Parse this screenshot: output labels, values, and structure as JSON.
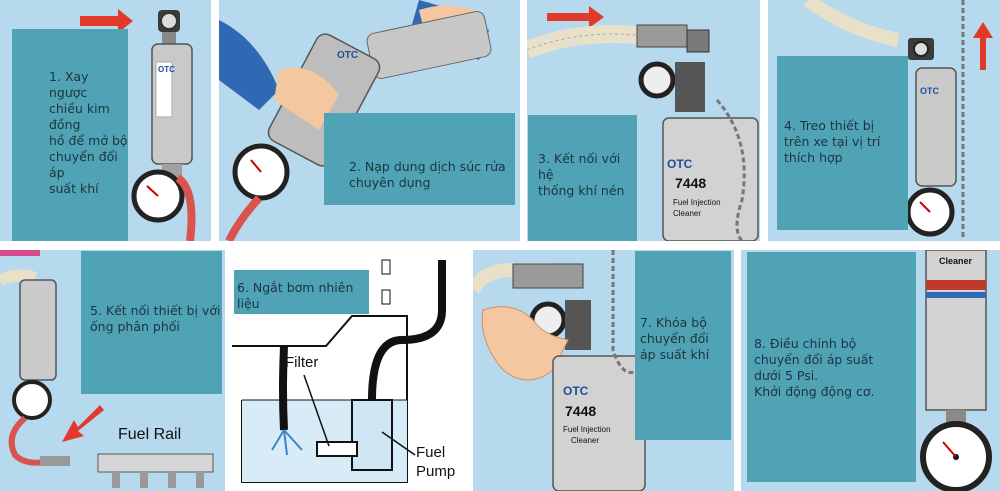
{
  "steps": [
    {
      "caption": "1. Xay ngược\nchiều kim đồng\nhồ để mở bộ\nchuyển đổi áp\nsuất khí"
    },
    {
      "caption": "2. Nạp dung dịch súc rửa\nchuyên dụng"
    },
    {
      "caption": "3. Kết nối với hệ\nthống khí nén"
    },
    {
      "caption": "4. Treo thiết bị\ntrên xe tại vị trí\nthích hợp"
    },
    {
      "caption": "5. Kết nối thiết bị với\nống phân phối"
    },
    {
      "caption": "6. Ngắt bơm nhiên\nliệu"
    },
    {
      "caption": "7. Khóa bộ\nchuyển đổi\náp suất khí"
    },
    {
      "caption": "8. Điều chỉnh bộ\nchuyển đổi áp suất\ndưới 5 Psi.\nKhởi động động cơ."
    }
  ],
  "labels": {
    "fuel_rail": "Fuel Rail",
    "filter": "Filter",
    "fuel_pump_1": "Fuel",
    "fuel_pump_2": "Pump",
    "brand": "OTC",
    "model": "7448",
    "product_line1": "Fuel Injection",
    "product_line2": "Cleaner",
    "cleaner": "Cleaner"
  }
}
